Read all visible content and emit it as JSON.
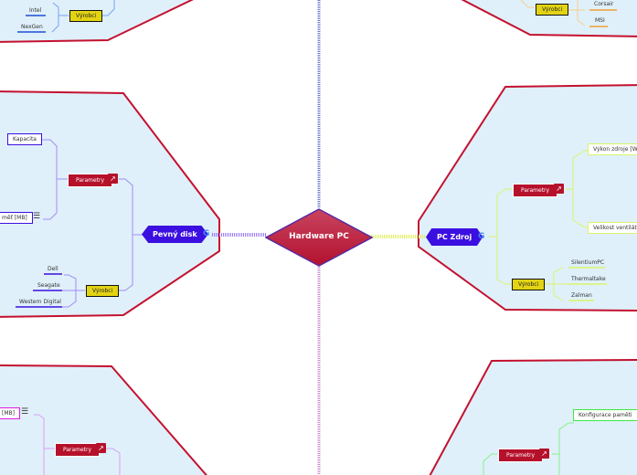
{
  "center": {
    "title": "Hardware PC"
  },
  "top_left": {
    "items": [
      "Intel",
      "NexGen"
    ],
    "vyrobci": "Výrobci"
  },
  "top_right": {
    "items": [
      "Corsair",
      "MSI"
    ],
    "vyrobci": "Výrobci"
  },
  "disk": {
    "title": "Pevný disk",
    "parametry": "Parametry",
    "params": [
      "Kapacita",
      "měť [MB]"
    ],
    "vyrobci": "Výrobci",
    "manufacturers": [
      "Dell",
      "Seagate",
      "Western Digital"
    ]
  },
  "zdroj": {
    "title": "PC Zdroj",
    "parametry": "Parametry",
    "params": [
      "Výkon zdroje [W]",
      "Velikost ventilátoru"
    ],
    "vyrobci": "Výrobci",
    "manufacturers": [
      "SilentiumPC",
      "Thermaltake",
      "Zalman"
    ]
  },
  "bottom_left": {
    "params": [
      "[MB]"
    ],
    "parametry": "Parametry"
  },
  "bottom_right": {
    "params": [
      "Konfigurace paměti"
    ],
    "parametry": "Parametry"
  },
  "colors": {
    "region_fill": "#dff0fa",
    "region_border": "#c4112f",
    "main_node": "#3b0fe0",
    "parametry": "#b5112b",
    "vyrobci": "#e3d413"
  }
}
